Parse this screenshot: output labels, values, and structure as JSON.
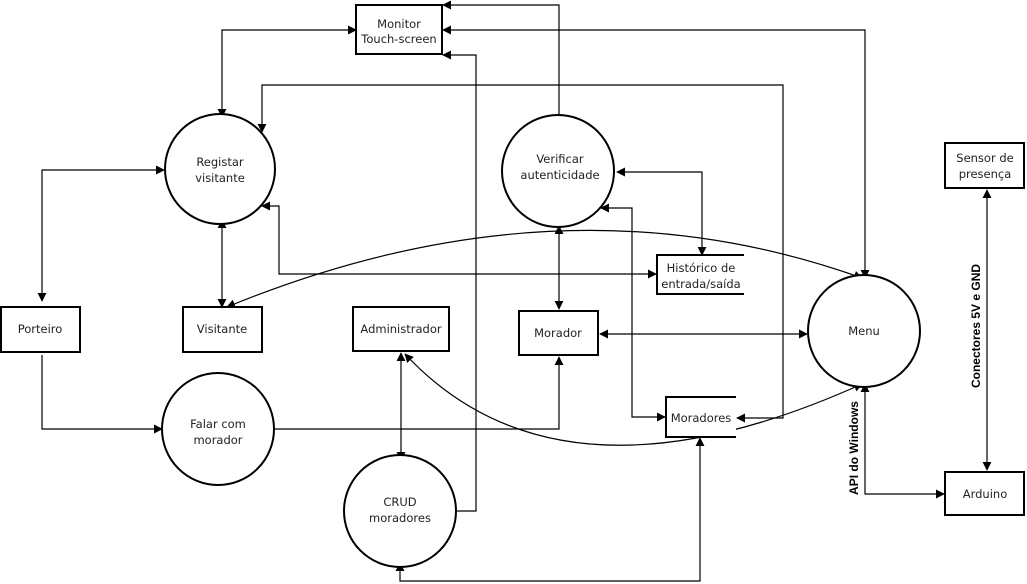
{
  "diagram": {
    "type": "data-flow-diagram",
    "entities": {
      "monitor": [
        "Monitor",
        "Touch-screen"
      ],
      "porteiro": [
        "Porteiro"
      ],
      "visitante": [
        "Visitante"
      ],
      "administrador": [
        "Administrador"
      ],
      "morador": [
        "Morador"
      ],
      "sensor": [
        "Sensor de",
        "presença"
      ],
      "arduino": [
        "Arduino"
      ]
    },
    "processes": {
      "registar": [
        "Registar",
        "visitante"
      ],
      "verificar": [
        "Verificar",
        "autenticidade"
      ],
      "falar": [
        "Falar com",
        "morador"
      ],
      "crud": [
        "CRUD",
        "moradores"
      ],
      "menu": [
        "Menu"
      ]
    },
    "stores": {
      "historico": [
        "Histórico de",
        "entrada/saída"
      ],
      "moradores": [
        "Moradores"
      ]
    },
    "labels": {
      "api_windows": "API do Windows",
      "conectores": "Conectores 5V e GND"
    },
    "flows": [
      {
        "from": "monitor",
        "to": "registar",
        "bidirectional": true
      },
      {
        "from": "verificar",
        "to": "monitor"
      },
      {
        "from": "menu",
        "to": "monitor",
        "bidirectional": true
      },
      {
        "from": "crud",
        "to": "monitor"
      },
      {
        "from": "moradores",
        "to": "registar"
      },
      {
        "from": "porteiro",
        "to": "registar",
        "bidirectional": true
      },
      {
        "from": "registar",
        "to": "visitante",
        "bidirectional": true
      },
      {
        "from": "registar",
        "to": "historico",
        "bidirectional": true
      },
      {
        "from": "verificar",
        "to": "historico",
        "bidirectional": true
      },
      {
        "from": "verificar",
        "to": "morador",
        "bidirectional": true
      },
      {
        "from": "verificar",
        "to": "moradores",
        "bidirectional": true
      },
      {
        "from": "menu",
        "to": "moradores"
      },
      {
        "from": "menu",
        "to": "visitante",
        "bidirectional": true
      },
      {
        "from": "morador",
        "to": "menu",
        "bidirectional": true
      },
      {
        "from": "porteiro",
        "to": "falar"
      },
      {
        "from": "falar",
        "to": "morador"
      },
      {
        "from": "administrador",
        "to": "crud",
        "bidirectional": true
      },
      {
        "from": "administrador",
        "to": "menu",
        "bidirectional": true
      },
      {
        "from": "moradores",
        "to": "crud",
        "bidirectional": true
      },
      {
        "from": "menu",
        "to": "arduino",
        "bidirectional": true,
        "label": "API do Windows"
      },
      {
        "from": "sensor",
        "to": "arduino",
        "bidirectional": true,
        "label": "Conectores 5V e GND"
      }
    ]
  }
}
